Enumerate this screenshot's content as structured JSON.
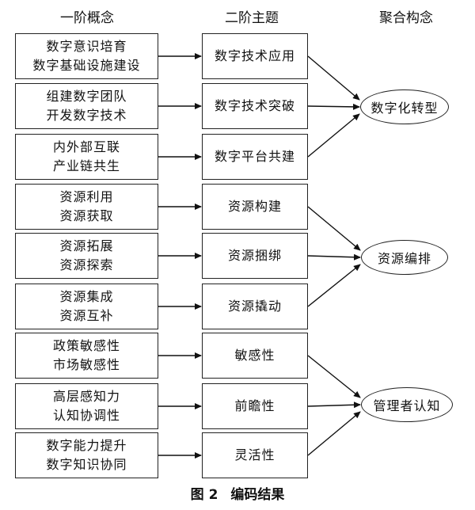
{
  "headers": {
    "first_order": "一阶概念",
    "second_order": "二阶主题",
    "aggregate": "聚合构念"
  },
  "first_order_concepts": [
    [
      "数字意识培育",
      "数字基础设施建设"
    ],
    [
      "组建数字团队",
      "开发数字技术"
    ],
    [
      "内外部互联",
      "产业链共生"
    ],
    [
      "资源利用",
      "资源获取"
    ],
    [
      "资源拓展",
      "资源探索"
    ],
    [
      "资源集成",
      "资源互补"
    ],
    [
      "政策敏感性",
      "市场敏感性"
    ],
    [
      "高层感知力",
      "认知协调性"
    ],
    [
      "数字能力提升",
      "数字知识协同"
    ]
  ],
  "second_order_themes": [
    "数字技术应用",
    "数字技术突破",
    "数字平台共建",
    "资源构建",
    "资源捆绑",
    "资源撬动",
    "敏感性",
    "前瞻性",
    "灵活性"
  ],
  "aggregate_constructs": [
    "数字化转型",
    "资源编排",
    "管理者认知"
  ],
  "caption": {
    "label": "图 2",
    "title": "编码结果"
  }
}
